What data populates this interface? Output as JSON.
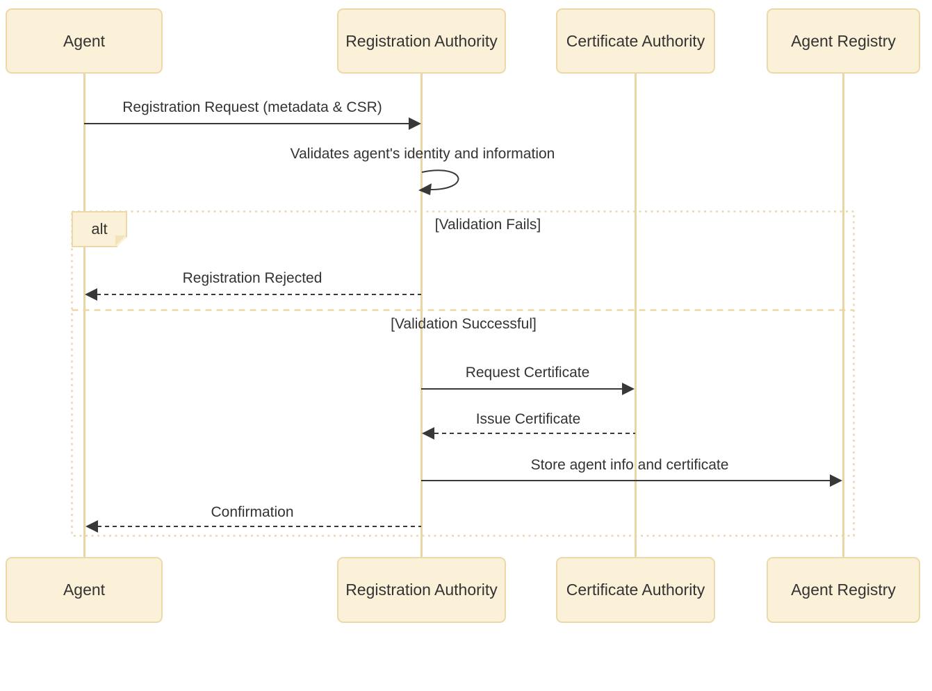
{
  "diagram": {
    "kind": "sequence-diagram",
    "actors": [
      {
        "name": "Agent"
      },
      {
        "name": "Registration Authority"
      },
      {
        "name": "Certificate Authority"
      },
      {
        "name": "Agent Registry"
      }
    ],
    "messages": [
      {
        "label": "Registration Request (metadata & CSR)",
        "from": "Agent",
        "to": "Registration Authority",
        "line": "solid"
      },
      {
        "label": "Validates agent's identity and information",
        "from": "Registration Authority",
        "to": "Registration Authority",
        "line": "self"
      },
      {
        "label": "Registration Rejected",
        "from": "Registration Authority",
        "to": "Agent",
        "line": "dashed"
      },
      {
        "label": "Request Certificate",
        "from": "Registration Authority",
        "to": "Certificate Authority",
        "line": "solid"
      },
      {
        "label": "Issue Certificate",
        "from": "Certificate Authority",
        "to": "Registration Authority",
        "line": "dashed"
      },
      {
        "label": "Store agent info and certificate",
        "from": "Registration Authority",
        "to": "Agent Registry",
        "line": "solid"
      },
      {
        "label": "Confirmation",
        "from": "Registration Authority",
        "to": "Agent",
        "line": "dashed"
      }
    ],
    "fragment": {
      "operator": "alt",
      "sections": [
        {
          "condition": "[Validation Fails]"
        },
        {
          "condition": "[Validation Successful]"
        }
      ]
    },
    "colors": {
      "actor_fill": "#faf1d8",
      "actor_border": "#ecd9a9",
      "lifeline": "#e9d6a5",
      "frame_border": "#ebd8a8",
      "text_color": "#333333",
      "line_color": "#383838"
    }
  }
}
